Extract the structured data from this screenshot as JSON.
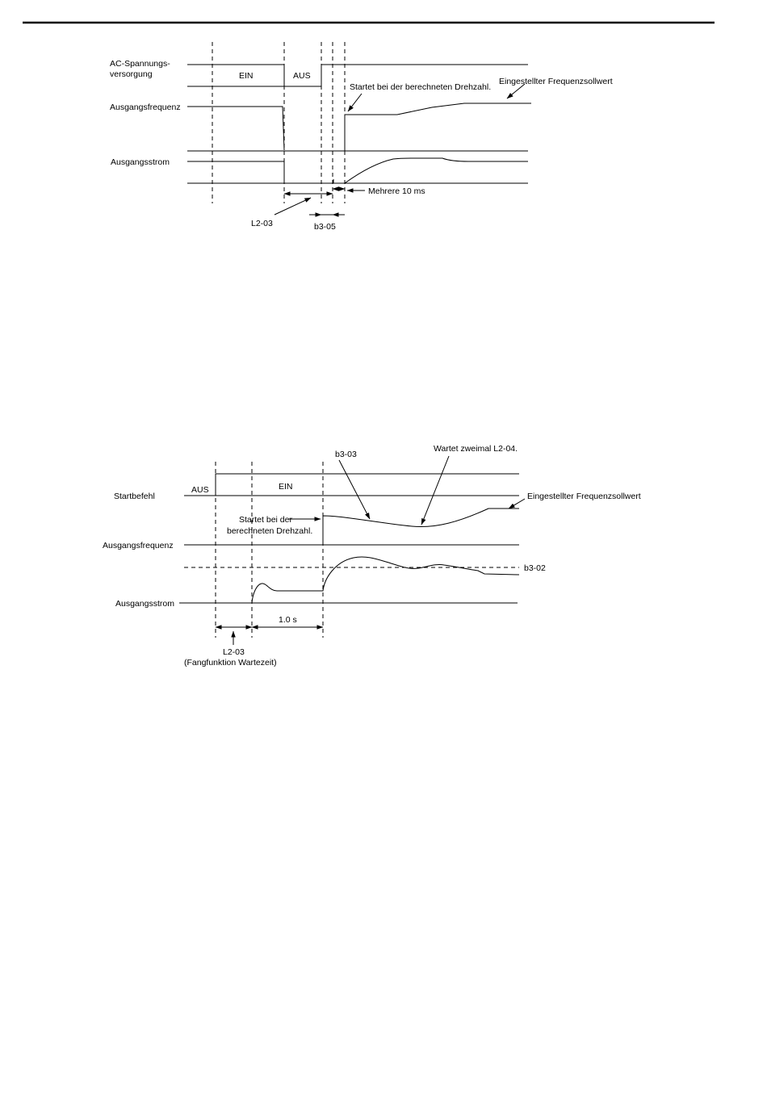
{
  "diagram1": {
    "labels": {
      "ac_supply_line1": "AC-Spannungs-",
      "ac_supply_line2": "versorgung",
      "output_freq": "Ausgangsfrequenz",
      "output_current": "Ausgangsstrom",
      "on": "EIN",
      "off": "AUS",
      "starts_at_calc_speed": "Startet bei der berechneten Drehzahl.",
      "freq_setpoint": "Eingestellter Frequenzsollwert",
      "several_10ms": "Mehrere 10 ms",
      "l2_03": "L2-03",
      "b3_05": "b3-05"
    }
  },
  "diagram2": {
    "labels": {
      "run_command": "Startbefehl",
      "off": "AUS",
      "on": "EIN",
      "b3_03": "b3-03",
      "waits_twice": "Wartet zweimal L2-04.",
      "freq_setpoint": "Eingestellter Frequenzsollwert",
      "starts_line1": "Startet bei der",
      "starts_line2": "berechneten Drehzahl.",
      "output_freq": "Ausgangsfrequenz",
      "b3_02": "b3-02",
      "output_current": "Ausgangsstrom",
      "one_second": "1.0 s",
      "l2_03": "L2-03",
      "search_wait": "(Fangfunktion Wartezeit)"
    }
  }
}
